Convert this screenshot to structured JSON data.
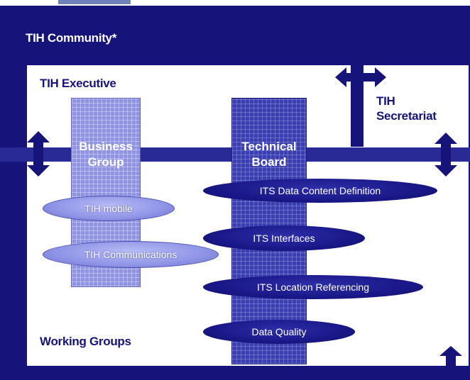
{
  "community": {
    "title": "TIH Community*"
  },
  "executive": {
    "label": "TIH Executive"
  },
  "secretariat": {
    "line1": "TIH",
    "line2": "Secretariat"
  },
  "business_group": {
    "line1": "Business",
    "line2": "Group"
  },
  "technical_board": {
    "line1": "Technical",
    "line2": "Board"
  },
  "working_groups": {
    "label": "Working Groups"
  },
  "business_items": [
    "TIH mobile",
    "TIH Communications"
  ],
  "technical_items": [
    "ITS Data Content Definition",
    "ITS Interfaces",
    "ITS Location Referencing",
    "Data Quality"
  ],
  "colors": {
    "navy": "#16137a",
    "light_column": "#8f93e0",
    "dark_column": "#3a3fb0"
  }
}
